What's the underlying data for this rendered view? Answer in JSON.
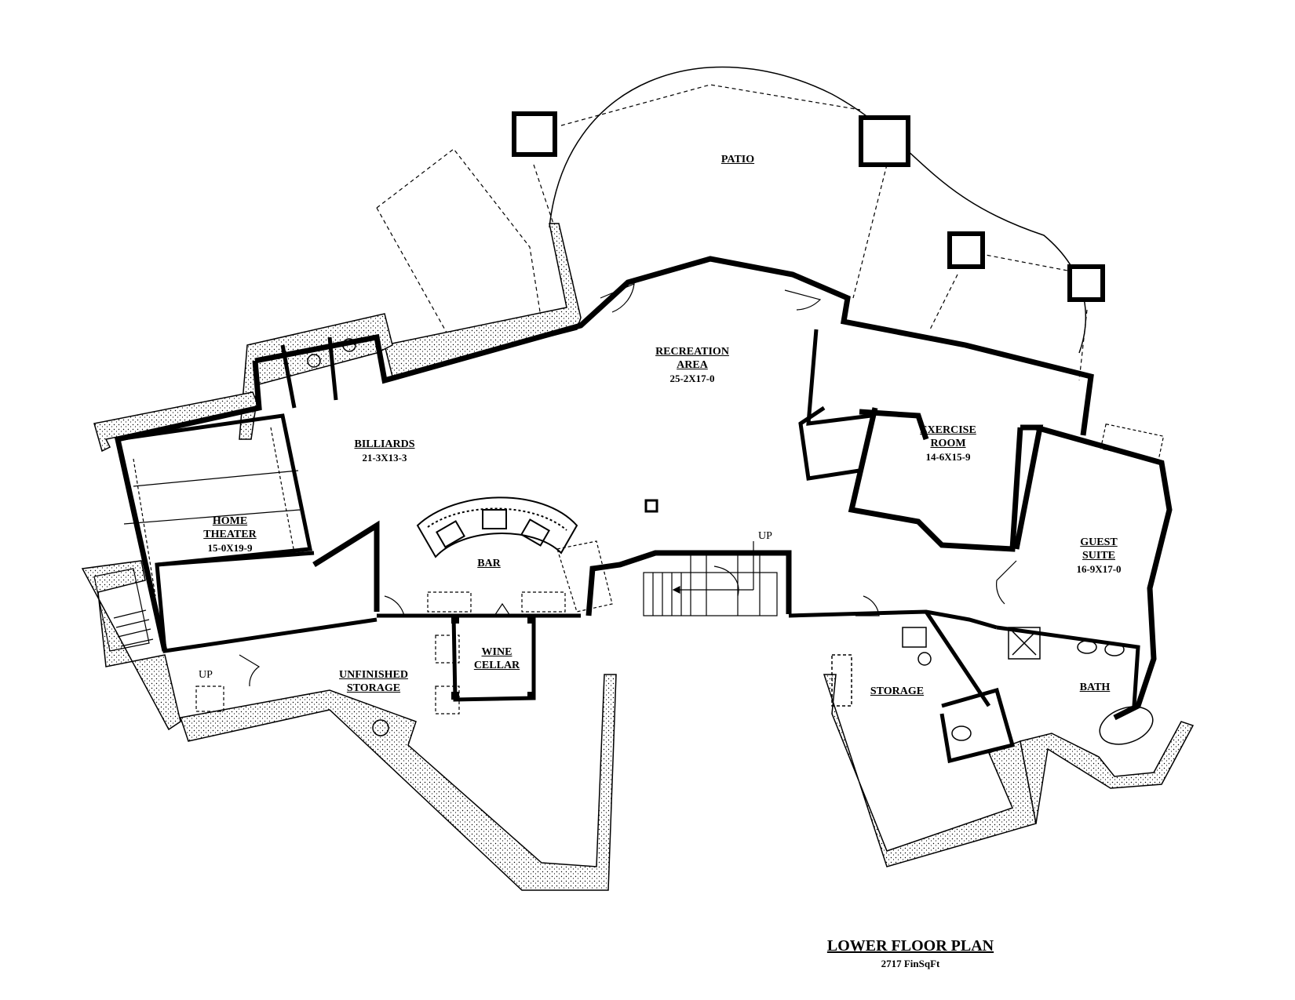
{
  "rooms": {
    "patio": {
      "name": "PATIO"
    },
    "recreation": {
      "name_line1": "RECREATION",
      "name_line2": "AREA",
      "dims": "25-2X17-0"
    },
    "billiards": {
      "name": "BILLIARDS",
      "dims": "21-3X13-3"
    },
    "home_theater": {
      "name_line1": "HOME",
      "name_line2": "THEATER",
      "dims": "15-0X19-9"
    },
    "bar": {
      "name": "BAR"
    },
    "exercise": {
      "name_line1": "EXERCISE",
      "name_line2": "ROOM",
      "dims": "14-6X15-9"
    },
    "guest_suite": {
      "name_line1": "GUEST",
      "name_line2": "SUITE",
      "dims": "16-9X17-0"
    },
    "wine_cellar": {
      "name_line1": "WINE",
      "name_line2": "CELLAR"
    },
    "unfinished_storage": {
      "name_line1": "UNFINISHED",
      "name_line2": "STORAGE"
    },
    "storage": {
      "name": "STORAGE"
    },
    "bath": {
      "name": "BATH"
    }
  },
  "stairs": {
    "up_main": "UP",
    "up_left": "UP"
  },
  "plan": {
    "title": "LOWER FLOOR PLAN",
    "area": "2717 FinSqFt"
  },
  "colors": {
    "ink": "#000000",
    "paper": "#ffffff",
    "fill": "#e8e8e8"
  }
}
